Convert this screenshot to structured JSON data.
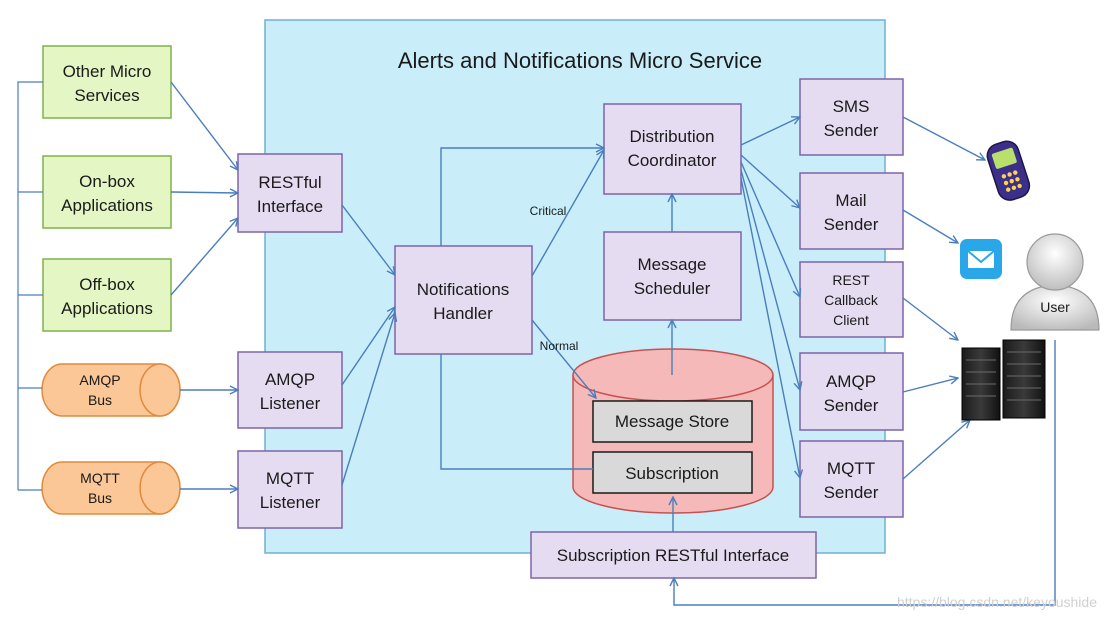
{
  "title": "Alerts and Notifications Micro Service",
  "left_sources": {
    "other_micro_services": [
      "Other Micro",
      "Services"
    ],
    "onbox_applications": [
      "On-box",
      "Applications"
    ],
    "offbox_applications": [
      "Off-box",
      "Applications"
    ],
    "amqp_bus": [
      "AMQP",
      "Bus"
    ],
    "mqtt_bus": [
      "MQTT",
      "Bus"
    ]
  },
  "interfaces": {
    "restful_interface": [
      "RESTful",
      "Interface"
    ],
    "amqp_listener": [
      "AMQP",
      "Listener"
    ],
    "mqtt_listener": [
      "MQTT",
      "Listener"
    ]
  },
  "core": {
    "notifications_handler": [
      "Notifications",
      "Handler"
    ],
    "distribution_coordinator": [
      "Distribution",
      "Coordinator"
    ],
    "message_scheduler": [
      "Message",
      "Scheduler"
    ],
    "message_store": "Message Store",
    "subscription": "Subscription",
    "critical_label": "Critical",
    "normal_label": "Normal"
  },
  "senders": {
    "sms_sender": [
      "SMS",
      "Sender"
    ],
    "mail_sender": [
      "Mail",
      "Sender"
    ],
    "rest_callback_client": [
      "REST",
      "Callback",
      "Client"
    ],
    "amqp_sender": [
      "AMQP",
      "Sender"
    ],
    "mqtt_sender": [
      "MQTT",
      "Sender"
    ]
  },
  "subscription_restful_interface": "Subscription RESTful Interface",
  "user_label": "User",
  "watermark": "https://blog.csdn.net/keyoushide",
  "colors": {
    "service_bg": "#c9eefa",
    "service_border": "#6fb2cf",
    "green_box": "#e3f6c3",
    "green_border": "#7fb348",
    "purple_box": "#e6dcf2",
    "purple_border": "#7d64a8",
    "orange_bus": "#fbc796",
    "orange_border": "#e08a3c",
    "cylinder": "#f6b9b9",
    "cylinder_border": "#c85050",
    "arrow": "#4a7ebb"
  }
}
